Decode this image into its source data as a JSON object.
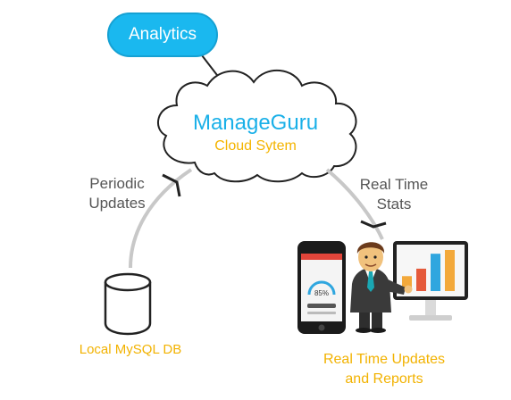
{
  "analytics": {
    "label": "Analytics"
  },
  "cloud": {
    "title": "ManageGuru",
    "subtitle": "Cloud Sytem"
  },
  "left_flow": {
    "label_line1": "Periodic",
    "label_line2": "Updates"
  },
  "right_flow": {
    "label_line1": "Real Time",
    "label_line2": "Stats"
  },
  "database": {
    "label": "Local MySQL DB"
  },
  "reports": {
    "label_line1": "Real Time Updates",
    "label_line2": "and Reports"
  },
  "phone": {
    "gauge_value": "85",
    "gauge_unit": "%"
  },
  "report_chart": {
    "type": "bar",
    "values": [
      2,
      3,
      5,
      5.5
    ],
    "colors": [
      "#f3a93b",
      "#e55a3b",
      "#2fa6df",
      "#f3a93b"
    ]
  },
  "colors": {
    "accent": "#1ab8ef",
    "brand_orange": "#f4b400",
    "arrow_gray": "#c8c8c8"
  }
}
